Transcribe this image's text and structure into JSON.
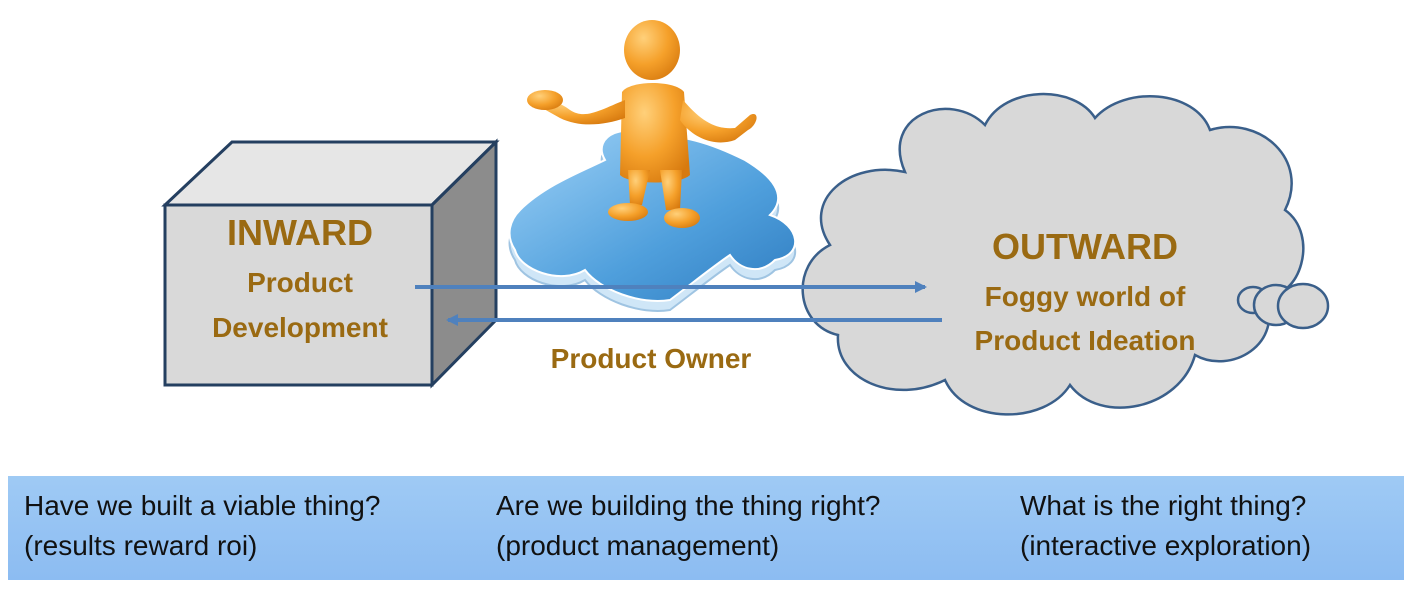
{
  "inward": {
    "title": "INWARD",
    "line1": "Product",
    "line2": "Development"
  },
  "outward": {
    "title": "OUTWARD",
    "line1": "Foggy world of",
    "line2": "Product Ideation"
  },
  "owner_label": "Product Owner",
  "questions": [
    {
      "question": "Have we built a viable thing?",
      "detail": "(results reward roi)"
    },
    {
      "question": "Are we building the thing right?",
      "detail": "(product management)"
    },
    {
      "question": "What is the right thing?",
      "detail": "(interactive exploration)"
    }
  ],
  "colors": {
    "label_text": "#9a6a12",
    "arrow": "#4f81bd",
    "box_front": "#d9d9d9",
    "box_side": "#8c8c8c",
    "box_edge": "#243f60",
    "cloud_fill": "#d8d8d8",
    "cloud_edge": "#3a5f8a",
    "puzzle": "#5aa7e2",
    "figure": "#f5a02a",
    "bar": "#8cbcf2"
  },
  "icons": [
    "puzzle-piece-icon",
    "person-figure-icon",
    "cube-icon",
    "cloud-icon"
  ]
}
